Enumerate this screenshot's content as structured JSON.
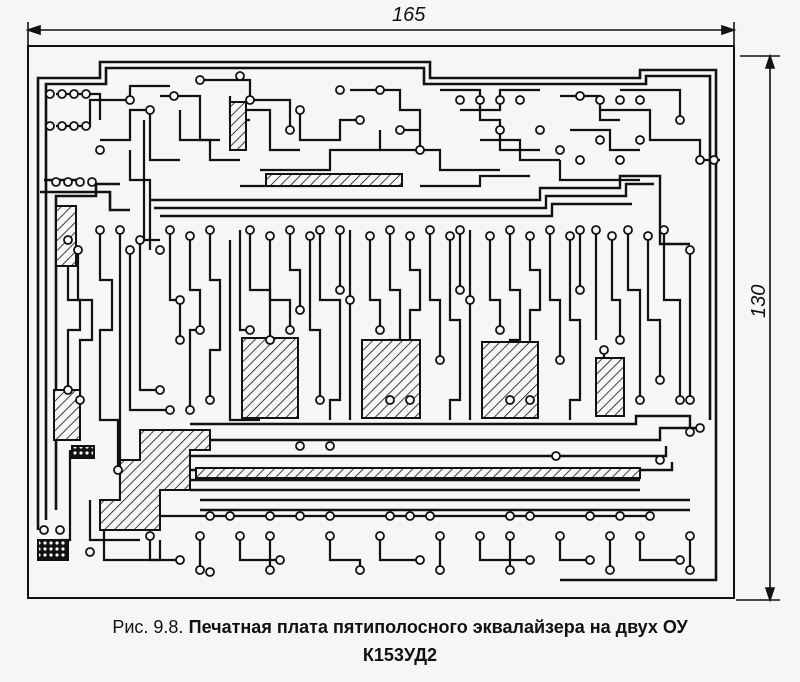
{
  "dimensions": {
    "width_label": "165",
    "height_label": "130"
  },
  "caption": {
    "figure_number": "Рис. 9.8.",
    "line1": "Печатная плата пятиполосного эквалайзера на двух ОУ",
    "line2": "К153УД2"
  },
  "colors": {
    "ink": "#111111",
    "paper": "#f6f6f4"
  }
}
